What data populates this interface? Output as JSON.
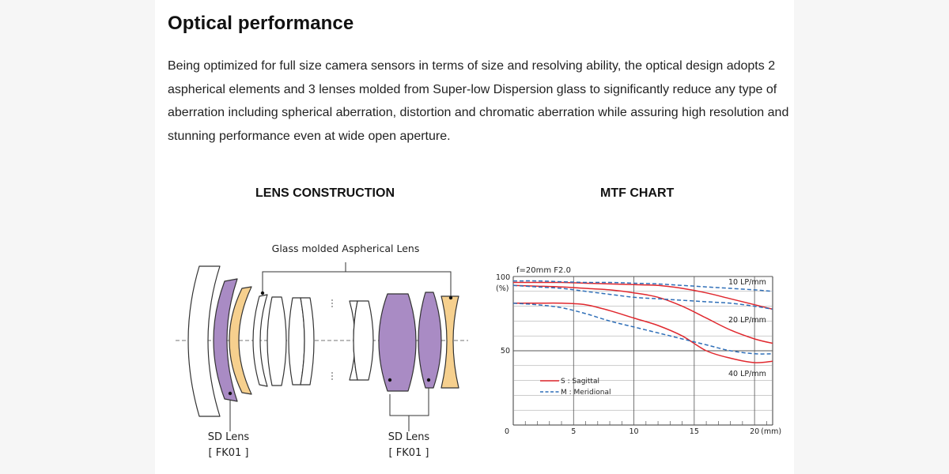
{
  "section": {
    "heading": "Optical performance",
    "description": "Being optimized for full size camera sensors in terms of size and resolving ability, the optical design adopts 2 aspherical elements and 3 lenses molded from Super-low Dispersion glass to significantly reduce any type of aberration including spherical aberration, distortion and chromatic aberration while assuring high resolution and stunning performance even at wide open aperture."
  },
  "lens_construction": {
    "title": "LENS CONSTRUCTION",
    "aspherical_label": "Glass molded Aspherical Lens",
    "sd_left_name": "SD Lens",
    "sd_left_code": "[ FK01 ]",
    "sd_right_name": "SD Lens",
    "sd_right_code": "[ FK01 ]",
    "colors": {
      "sd_lens": "#a98bc4",
      "aspherical": "#f6d08e"
    }
  },
  "mtf": {
    "title": "MTF CHART",
    "condition": "f=20mm  F2.0",
    "y_unit_top": "100",
    "y_unit_bottom": "(%)",
    "label_10": "10 LP/mm",
    "label_20": "20 LP/mm",
    "label_40": "40 LP/mm",
    "legend_s": "S : Sagittal",
    "legend_m": "M : Meridional",
    "x_unit": "(mm)",
    "colors": {
      "sagittal": "#e0282e",
      "meridional": "#2f6fb8",
      "grid": "#3a3a3a"
    }
  },
  "chart_data": {
    "type": "line",
    "title": "MTF CHART",
    "subtitle": "f=20mm  F2.0",
    "xlabel": "(mm)",
    "ylabel": "(%)",
    "xlim": [
      0,
      21.5
    ],
    "ylim": [
      0,
      100
    ],
    "x_ticks": [
      0,
      5,
      10,
      15,
      20
    ],
    "y_ticks": [
      0,
      50,
      100
    ],
    "grid": true,
    "legend_placement": "bottom-left",
    "x": [
      0,
      2,
      4,
      6,
      8,
      10,
      12,
      14,
      16,
      18,
      20,
      21.5
    ],
    "series": [
      {
        "name": "10 LP/mm S",
        "values": [
          96,
          96,
          96,
          95.5,
          95,
          94.5,
          94,
          92,
          89,
          85,
          81,
          78
        ]
      },
      {
        "name": "10 LP/mm M",
        "values": [
          97,
          97,
          96.5,
          96,
          96,
          95.5,
          95,
          94,
          93,
          92,
          91,
          90
        ]
      },
      {
        "name": "20 LP/mm S",
        "values": [
          94,
          93.5,
          93,
          92,
          91,
          89,
          86,
          80,
          72,
          64,
          58,
          55
        ]
      },
      {
        "name": "20 LP/mm M",
        "values": [
          94,
          93,
          92,
          90,
          88,
          86,
          85,
          84,
          83,
          82,
          80,
          78
        ]
      },
      {
        "name": "40 LP/mm S",
        "values": [
          82,
          82,
          82,
          81,
          77,
          72,
          67,
          60,
          50,
          45,
          42,
          43
        ]
      },
      {
        "name": "40 LP/mm M",
        "values": [
          82,
          81,
          79,
          75,
          70,
          66,
          62,
          58,
          54,
          50,
          48,
          48
        ]
      }
    ]
  }
}
